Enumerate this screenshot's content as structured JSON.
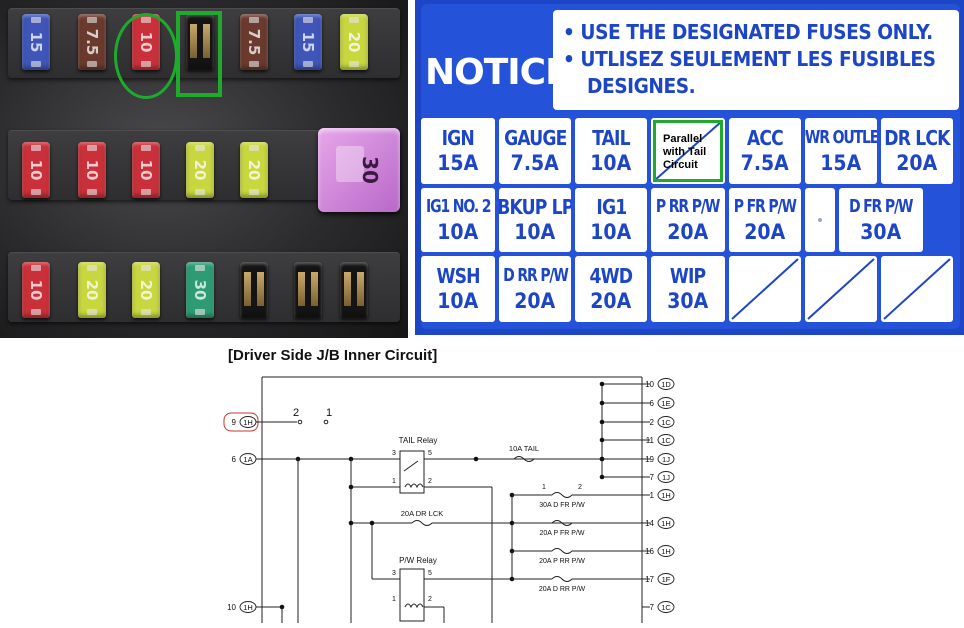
{
  "fuse_photo": {
    "row1": [
      {
        "label": "15",
        "color": "#3f55b8"
      },
      {
        "label": "7.5",
        "color": "#6b3a2e"
      },
      {
        "label": "10",
        "color": "#c9303a"
      },
      {
        "label": "",
        "color": "#141414"
      },
      {
        "label": "7.5",
        "color": "#6b3a2e"
      },
      {
        "label": "15",
        "color": "#3f55b8"
      },
      {
        "label": "20",
        "color": "#c8d640"
      }
    ],
    "row2": [
      {
        "label": "10",
        "color": "#c9303a"
      },
      {
        "label": "10",
        "color": "#c9303a"
      },
      {
        "label": "10",
        "color": "#c9303a"
      },
      {
        "label": "20",
        "color": "#c8d640"
      },
      {
        "label": "20",
        "color": "#c8d640"
      }
    ],
    "row3": [
      {
        "label": "10",
        "color": "#c9303a"
      },
      {
        "label": "20",
        "color": "#c8d640"
      },
      {
        "label": "20",
        "color": "#c8d640"
      },
      {
        "label": "30",
        "color": "#2e9b74"
      },
      {
        "label": "",
        "color": "#141414"
      },
      {
        "label": "",
        "color": "#141414"
      },
      {
        "label": "",
        "color": "#141414"
      }
    ],
    "big_fuse_label": "30",
    "highlight_color": "#1faa2e"
  },
  "notice": {
    "title": "NOTICE",
    "lines": [
      "• USE THE DESIGNATED FUSES ONLY.",
      "• UTLISEZ SEULEMENT LES FUSIBLES",
      "DESIGNES."
    ],
    "colors": {
      "blue": "#1d46c7",
      "white": "#ffffff",
      "green": "#1faa2e"
    },
    "rows": [
      [
        {
          "name": "IGN",
          "amp": "15A"
        },
        {
          "name": "GAUGE",
          "amp": "7.5A"
        },
        {
          "name": "TAIL",
          "amp": "10A"
        },
        {
          "note": "Parallel with Tail Circuit"
        },
        {
          "name": "ACC",
          "amp": "7.5A"
        },
        {
          "name": "PWR OUTLET",
          "amp": "15A"
        },
        {
          "name": "DR LCK",
          "amp": "20A"
        }
      ],
      [
        {
          "name": "IG1 NO. 2",
          "amp": "10A"
        },
        {
          "name": "BKUP LP",
          "amp": "10A"
        },
        {
          "name": "IG1",
          "amp": "10A"
        },
        {
          "name": "P RR P/W",
          "amp": "20A"
        },
        {
          "name": "P FR P/W",
          "amp": "20A"
        },
        {
          "name": "",
          "amp": ""
        },
        {
          "name": "D FR P/W",
          "amp": "30A"
        }
      ],
      [
        {
          "name": "WSH",
          "amp": "10A"
        },
        {
          "name": "D RR P/W",
          "amp": "20A"
        },
        {
          "name": "4WD",
          "amp": "20A"
        },
        {
          "name": "WIP",
          "amp": "30A"
        },
        {
          "name": "",
          "amp": ""
        },
        {
          "name": "",
          "amp": ""
        },
        {
          "name": "",
          "amp": ""
        }
      ]
    ]
  },
  "diagram": {
    "title": "[Driver Side J/B Inner Circuit]",
    "left_connectors": [
      {
        "pin": "9",
        "conn": "1H",
        "highlighted": true
      },
      {
        "pin": "6",
        "conn": "1A"
      },
      {
        "pin": "10",
        "conn": "1H"
      }
    ],
    "switch_labels": [
      "2",
      "1"
    ],
    "right_connectors": [
      {
        "pin": "10",
        "conn": "1D"
      },
      {
        "pin": "6",
        "conn": "1E"
      },
      {
        "pin": "2",
        "conn": "1C"
      },
      {
        "pin": "11",
        "conn": "1C"
      },
      {
        "pin": "19",
        "conn": "1J"
      },
      {
        "pin": "7",
        "conn": "1J"
      },
      {
        "pin": "1",
        "conn": "1H"
      },
      {
        "pin": "14",
        "conn": "1H"
      },
      {
        "pin": "16",
        "conn": "1H"
      },
      {
        "pin": "17",
        "conn": "1F"
      },
      {
        "pin": "7",
        "conn": "1C"
      }
    ],
    "relays": [
      {
        "name": "TAIL Relay",
        "pins": [
          "3",
          "5",
          "1",
          "2"
        ]
      },
      {
        "name": "P/W Relay",
        "pins": [
          "3",
          "5",
          "1",
          "2"
        ]
      }
    ],
    "fuses": [
      {
        "label": "10A TAIL"
      },
      {
        "label": "20A DR LCK"
      },
      {
        "label": "30A D FR P/W",
        "pins": [
          "1",
          "2"
        ]
      },
      {
        "label": "20A P FR P/W"
      },
      {
        "label": "20A P RR P/W"
      },
      {
        "label": "20A D RR P/W"
      }
    ]
  }
}
